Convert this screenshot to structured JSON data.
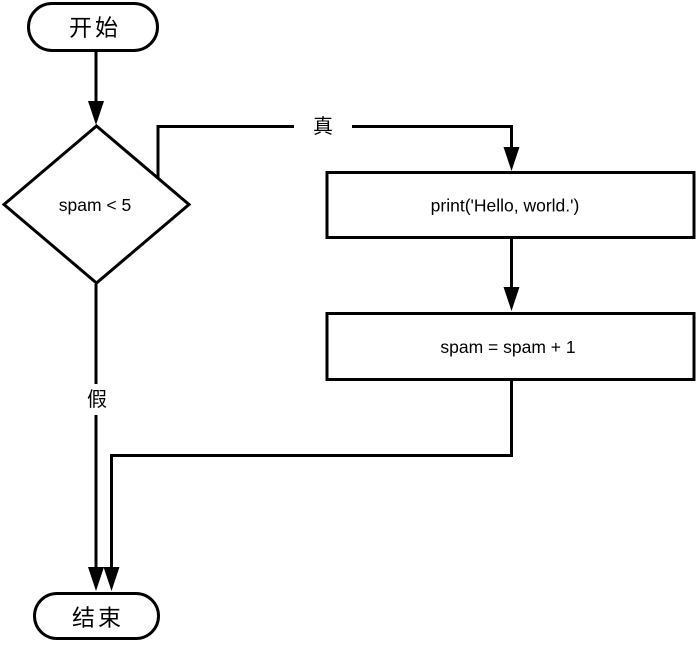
{
  "flowchart": {
    "background": "#ffffff",
    "stroke_color": "#000000",
    "nodes": {
      "start": {
        "type": "terminator",
        "label": "开始"
      },
      "decision": {
        "type": "decision",
        "label": "spam < 5"
      },
      "print_hello": {
        "type": "process",
        "label": "print('Hello, world.')"
      },
      "increment": {
        "type": "process",
        "label": "spam = spam + 1"
      },
      "end": {
        "type": "terminator",
        "label": "结束"
      }
    },
    "edges": [
      {
        "from": "start",
        "to": "decision",
        "label": ""
      },
      {
        "from": "decision",
        "to": "print_hello",
        "label": "真"
      },
      {
        "from": "print_hello",
        "to": "increment",
        "label": ""
      },
      {
        "from": "increment",
        "to": "end",
        "label": ""
      },
      {
        "from": "decision",
        "to": "end",
        "label": "假"
      }
    ]
  }
}
